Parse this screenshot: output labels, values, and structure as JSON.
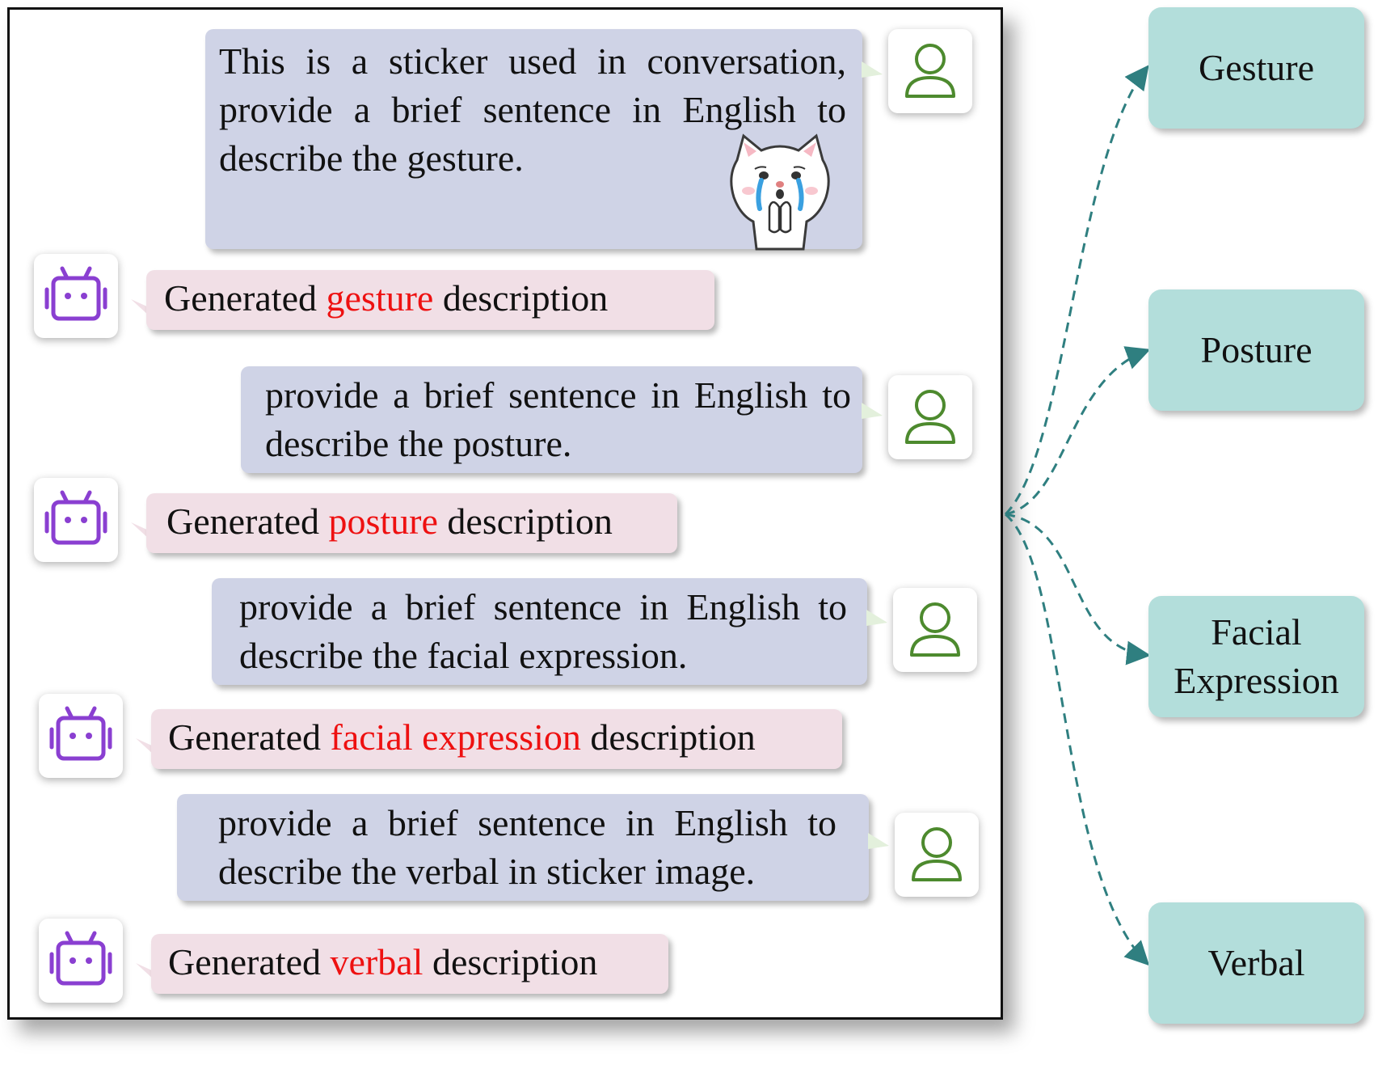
{
  "chat": {
    "prompts": [
      "This is a sticker used in conversation, provide a brief sentence in English to describe the gesture.",
      "provide a brief sentence in English to describe the posture.",
      "provide a brief sentence in English to describe the facial expression.",
      "provide a brief sentence in English to describe the verbal in sticker image."
    ],
    "responses": [
      {
        "prefix": "Generated ",
        "highlight": "gesture",
        "suffix": " description"
      },
      {
        "prefix": "Generated ",
        "highlight": "posture",
        "suffix": " description"
      },
      {
        "prefix": "Generated ",
        "highlight": "facial expression",
        "suffix": " description"
      },
      {
        "prefix": "Generated ",
        "highlight": "verbal",
        "suffix": " description"
      }
    ],
    "user_icon": "user-icon",
    "bot_icon": "robot-icon",
    "sticker": "crying-cat-sticker"
  },
  "categories": [
    "Gesture",
    "Posture",
    "Facial Expression",
    "Verbal"
  ],
  "colors": {
    "user_bubble": "#cfd3e6",
    "bot_bubble": "#f1dfe6",
    "highlight": "#ee1111",
    "category_box": "#b3dedb",
    "arrow": "#2f7f80",
    "user_icon": "#4d8a2e",
    "bot_icon": "#8a3fd1"
  }
}
